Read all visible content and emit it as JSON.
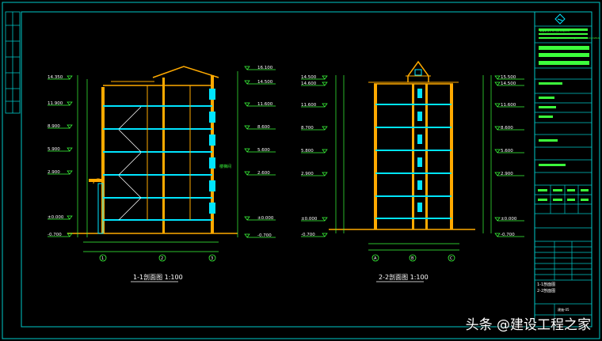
{
  "drawing": {
    "section_1": {
      "caption": "1-1剖面图 1:100",
      "left_elev_labels": [
        "14.350",
        "11.900",
        "8.900",
        "5.900",
        "2.900",
        "±0.000",
        "-0.700"
      ],
      "right_elev_labels": [
        "16.100",
        "14.500",
        "11.600",
        "8.600",
        "5.600",
        "2.600",
        "±0.000",
        "-0.700"
      ],
      "axis_labels": [
        "1",
        "2",
        "3"
      ],
      "stair_label": "楼梯间"
    },
    "section_2": {
      "caption": "2-2剖面图 1:100",
      "left_elev_labels": [
        "14.500",
        "14.600",
        "11.600",
        "8.700",
        "5.800",
        "2.900",
        "±0.000",
        "-0.700"
      ],
      "right_elev_labels": [
        "15.500",
        "14.500",
        "11.600",
        "8.600",
        "5.600",
        "2.900",
        "±0.000",
        "-0.700"
      ],
      "axis_labels": [
        "A",
        "B",
        "C"
      ]
    },
    "title_block": {
      "company": "某建筑设计研究院有限公司",
      "company_en": "Construction Building Architectural Design & Urban Planning Institute",
      "drawing_title": "1-1剖面图",
      "drawing_subtitle": "2-2剖面图",
      "sheet_no": "建施-05"
    },
    "colors": {
      "background": "#000000",
      "frame": "#00c8c8",
      "wall": "#ffaa00",
      "dimension": "#3cff3c",
      "slab": "#00e5ff",
      "text": "#ffffff"
    }
  },
  "watermark": "头条 @建设工程之家"
}
